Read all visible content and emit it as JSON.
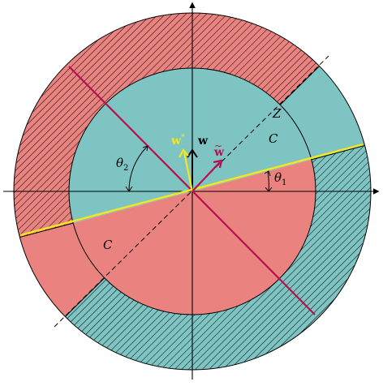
{
  "labels": {
    "w": "w",
    "w_star": "w",
    "w_star_sup": "*",
    "w_tilde": "w",
    "w_tilde_mark": "~",
    "z": "Z",
    "c_upper": "C",
    "c_lower": "C",
    "theta1_base": "θ",
    "theta1_sub": "1",
    "theta2_base": "θ",
    "theta2_sub": "2"
  },
  "colors": {
    "teal": "#7ec4c2",
    "red": "#ea8380",
    "yellow": "#f5e61e",
    "crimson": "#b8104f",
    "hatch": "#111111"
  }
}
